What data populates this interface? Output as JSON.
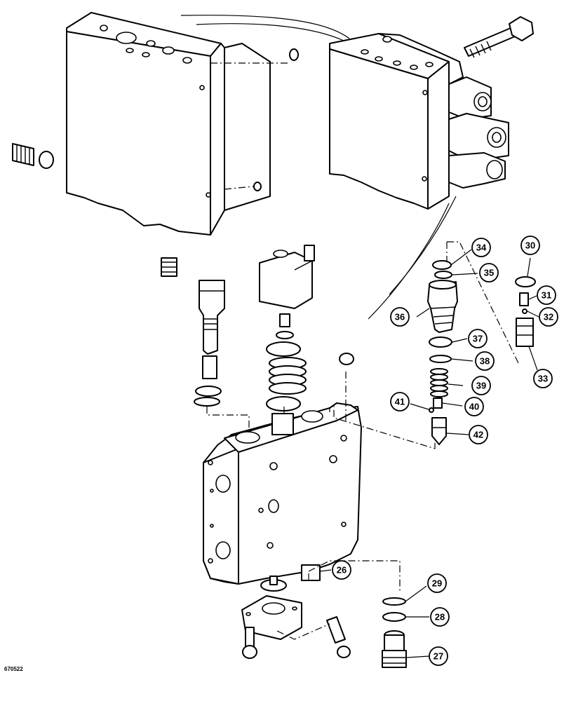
{
  "figure": {
    "id": "670522"
  },
  "callouts": [
    {
      "num": "26"
    },
    {
      "num": "27"
    },
    {
      "num": "28"
    },
    {
      "num": "29"
    },
    {
      "num": "30"
    },
    {
      "num": "31"
    },
    {
      "num": "32"
    },
    {
      "num": "33"
    },
    {
      "num": "34"
    },
    {
      "num": "35"
    },
    {
      "num": "36"
    },
    {
      "num": "37"
    },
    {
      "num": "38"
    },
    {
      "num": "39"
    },
    {
      "num": "40"
    },
    {
      "num": "41"
    },
    {
      "num": "42"
    }
  ]
}
